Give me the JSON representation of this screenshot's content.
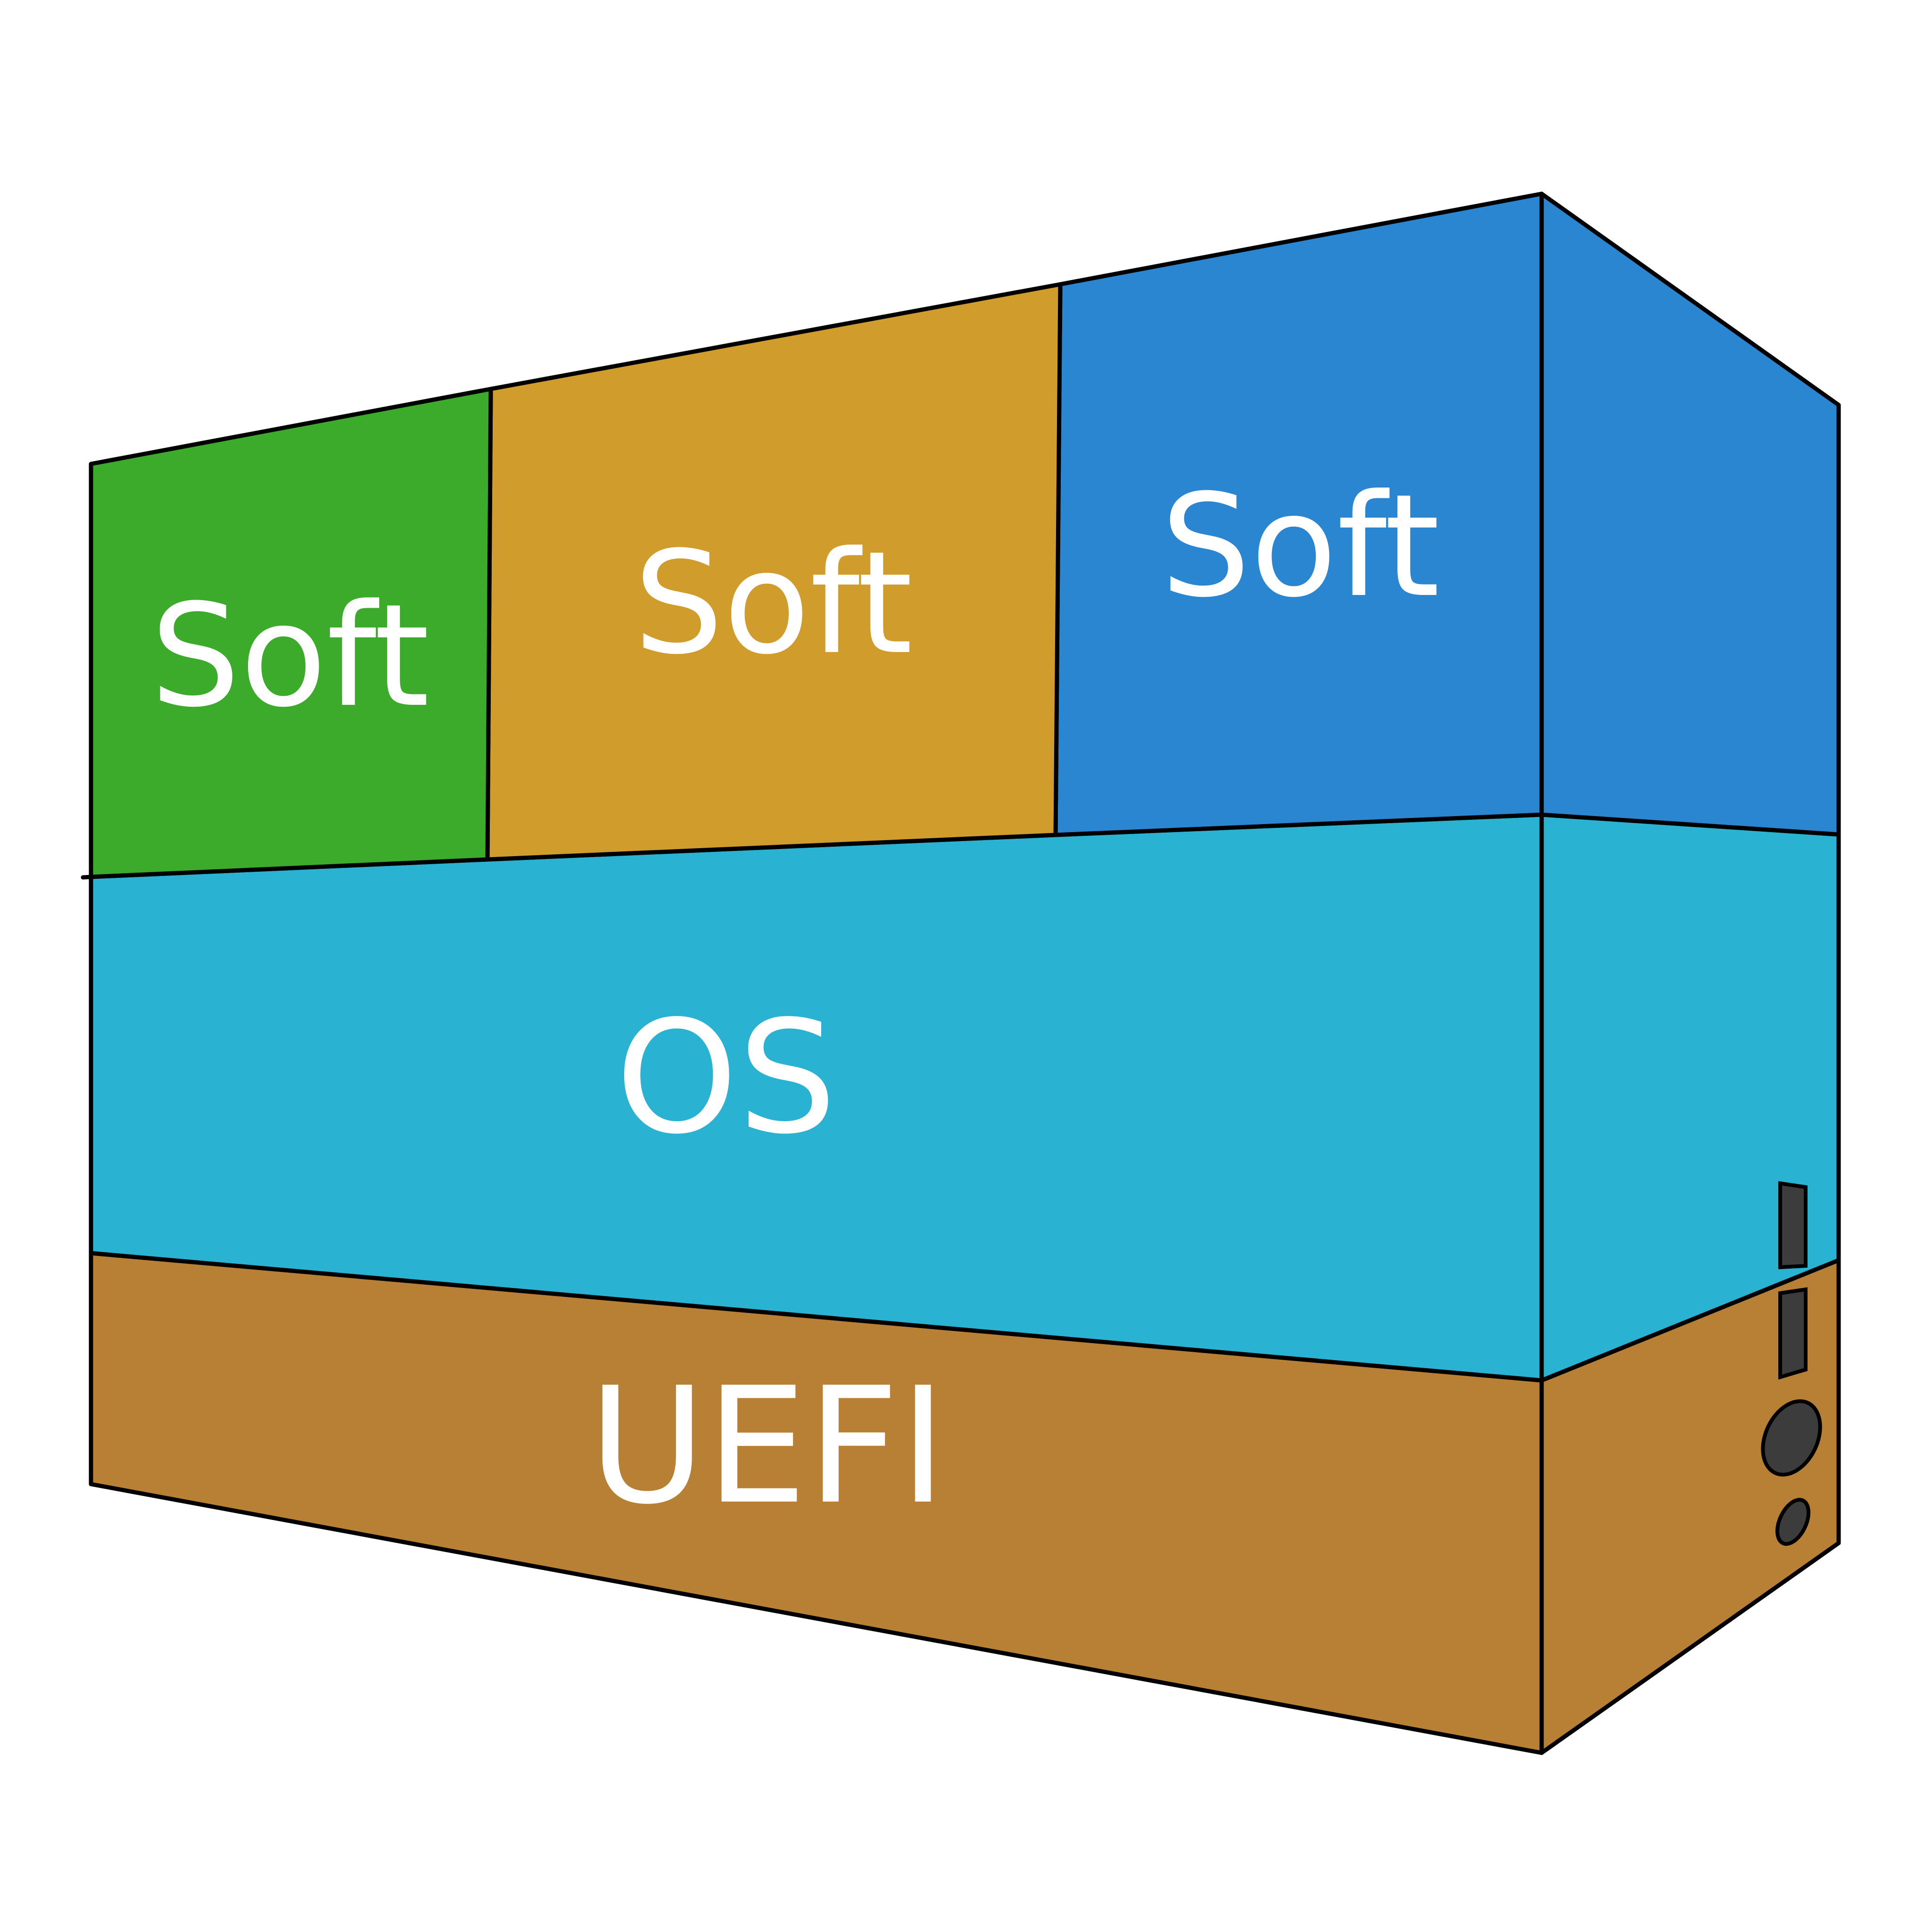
{
  "layers": {
    "soft_left": {
      "label": "Soft",
      "color": "#3caa2b"
    },
    "soft_middle": {
      "label": "Soft",
      "color": "#d09c2c"
    },
    "soft_right": {
      "label": "Soft",
      "color": "#2b86d1"
    },
    "os": {
      "label": "OS",
      "color": "#2ab2d2"
    },
    "uefi": {
      "label": "UEFI",
      "color": "#b88034"
    }
  },
  "colors": {
    "outline": "#000000",
    "text": "#ffffff",
    "port": "#3c3c3c"
  },
  "icons": [
    "usb-port-icon",
    "usb-port-icon",
    "power-button-icon",
    "led-indicator-icon"
  ]
}
